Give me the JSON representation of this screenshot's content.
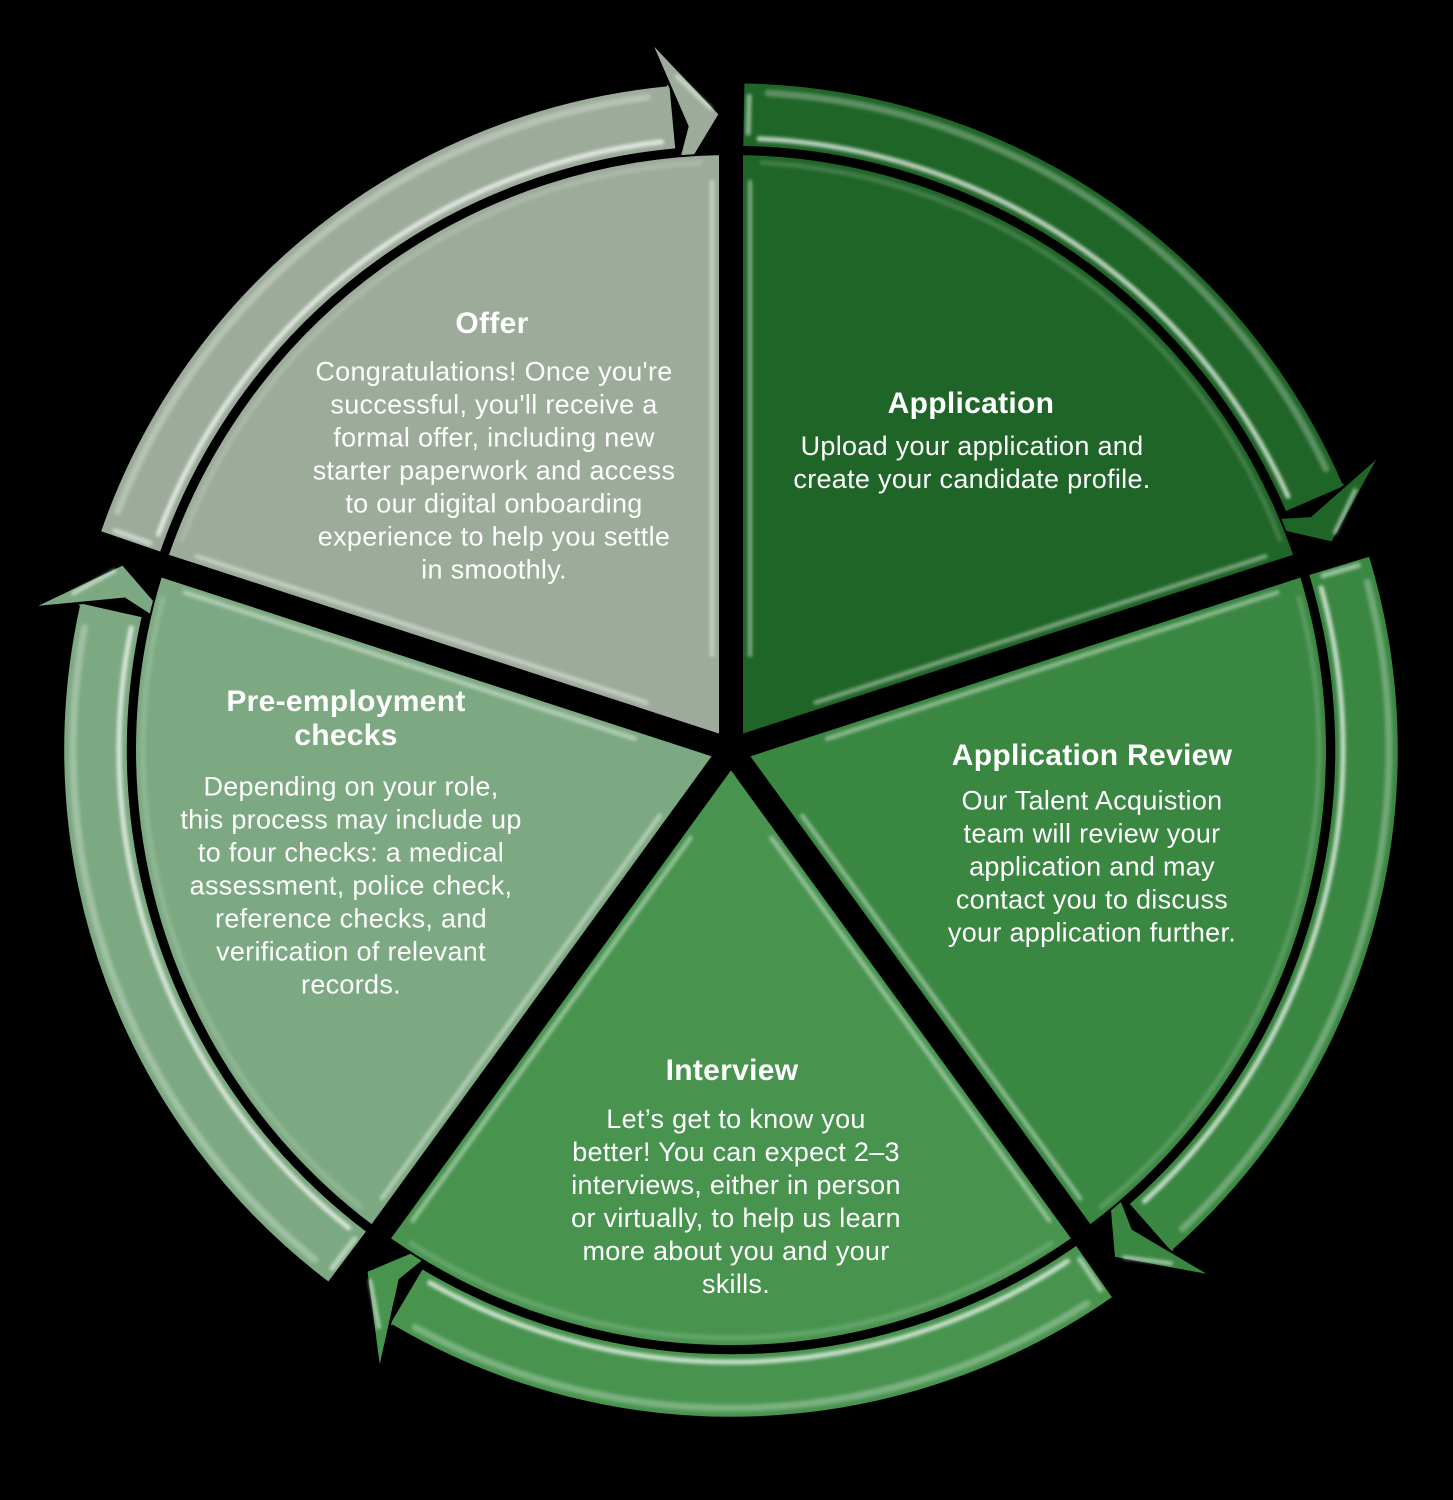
{
  "canvas": {
    "background": "#000000"
  },
  "diagram": {
    "type": "segmented-cycle-arrows",
    "text_color": "#ffffff",
    "segments": [
      {
        "id": "application",
        "title": "Application",
        "body": "Upload your application and\ncreate your candidate profile.",
        "color": "#1f6527"
      },
      {
        "id": "application-review",
        "title": "Application Review",
        "body": "Our Talent Acquistion\nteam will review your\napplication and may\ncontact you to discuss\nyour application further.",
        "color": "#3a8742"
      },
      {
        "id": "interview",
        "title": "Interview",
        "body": "Let’s get to know you\nbetter! You can expect 2–3\ninterviews, either in person\nor virtually, to help us learn\nmore about you and your\nskills.",
        "color": "#48944f"
      },
      {
        "id": "pre-employment-checks",
        "title": "Pre-employment\nchecks",
        "body": "Depending on your role,\nthis process may include up\nto four checks: a medical\nassessment, police check,\nreference checks, and\nverification of relevant\nrecords.",
        "color": "#7ca981"
      },
      {
        "id": "offer",
        "title": "Offer",
        "body": "Congratulations! Once you're\nsuccessful, you'll receive a\nformal offer, including new\nstarter paperwork and access\nto our digital onboarding\nexperience to help you settle\nin smoothly.",
        "color": "#9cab9a"
      }
    ]
  }
}
